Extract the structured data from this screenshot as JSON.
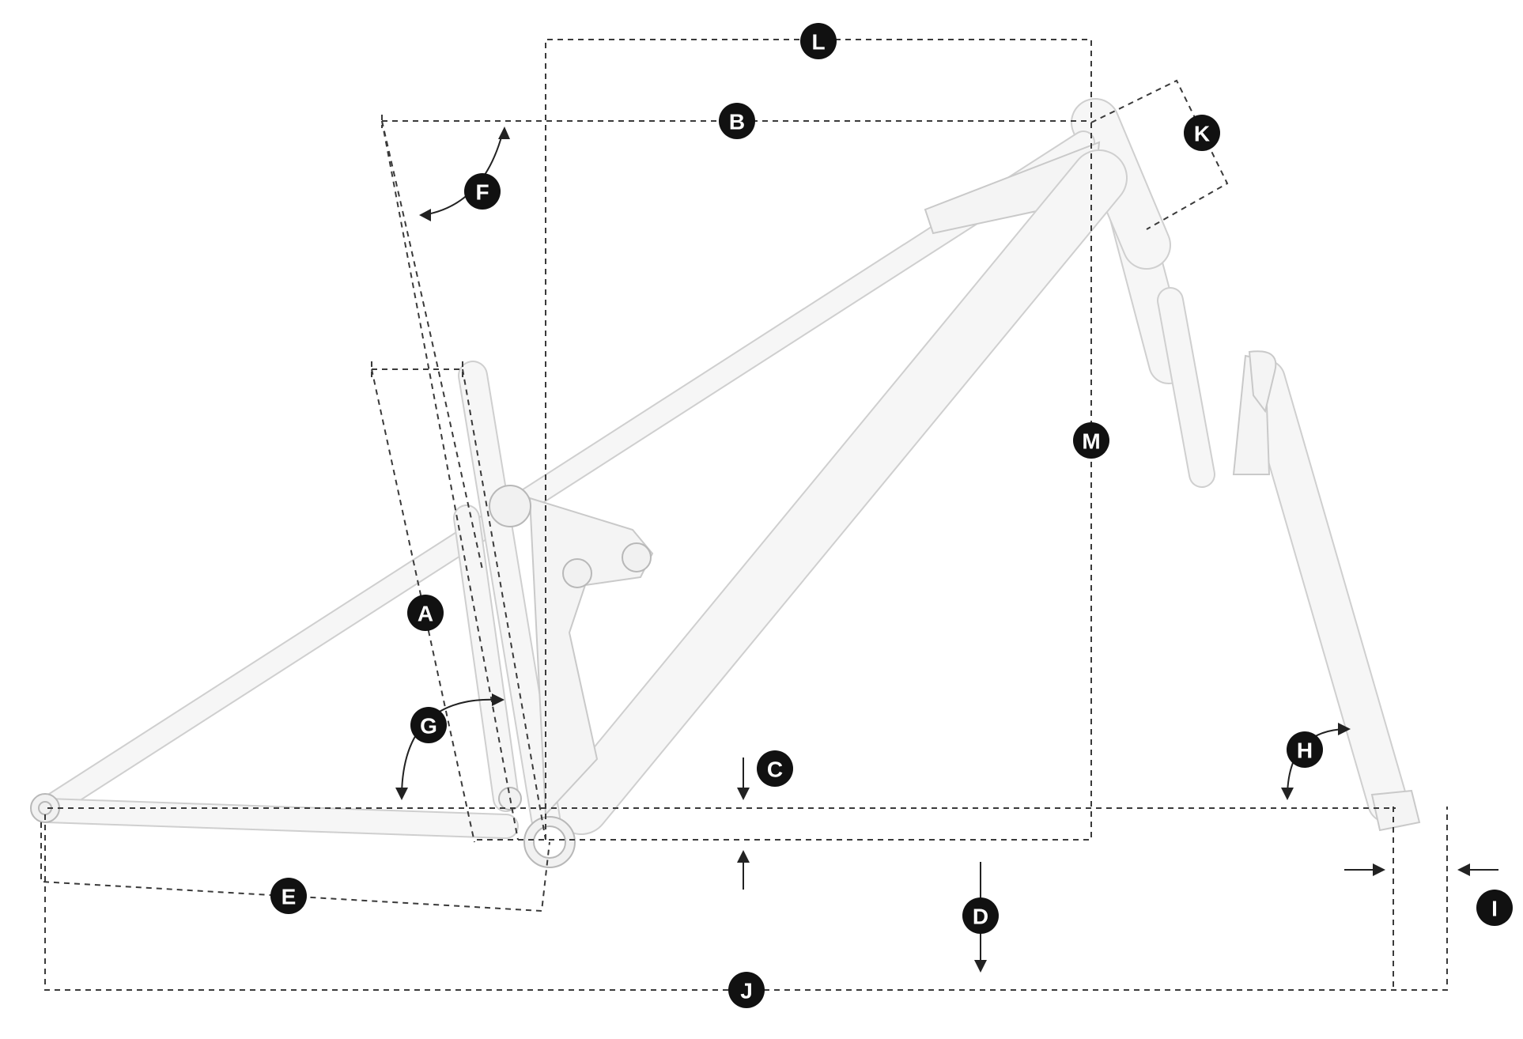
{
  "diagram": {
    "labels": {
      "A": "A",
      "B": "B",
      "C": "C",
      "D": "D",
      "E": "E",
      "F": "F",
      "G": "G",
      "H": "H",
      "I": "I",
      "J": "J",
      "K": "K",
      "L": "L",
      "M": "M"
    },
    "colors": {
      "badge": "#111111",
      "badge_text": "#ffffff",
      "frame": "#f4f4f4",
      "frame_outline": "#c9c9c9",
      "dimension_line": "#3a3a3a"
    }
  }
}
